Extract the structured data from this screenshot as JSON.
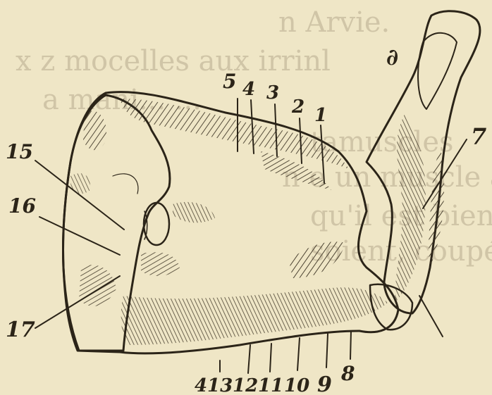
{
  "bleed_through_lines": [
    "n Arvie.",
    "x z mocelles aux irrinl",
    "a mani... ...",
    "tamuscles",
    "n e un muscle a sa...",
    "qu'il est bien que",
    "soient, coupés en"
  ],
  "labels": {
    "top": [
      "5",
      "4",
      "3",
      "2",
      "1"
    ],
    "bottom": [
      "4",
      "13",
      "12",
      "11",
      "10",
      "9",
      "8"
    ],
    "left": [
      "15",
      "16",
      "17"
    ],
    "right": [
      "7"
    ],
    "leg_tip": "∂"
  },
  "colors": {
    "paper": "#efe6c6",
    "ink": "#2b2418",
    "bleed": "#b7ab8e",
    "meat_light": "#f4ecd2"
  }
}
